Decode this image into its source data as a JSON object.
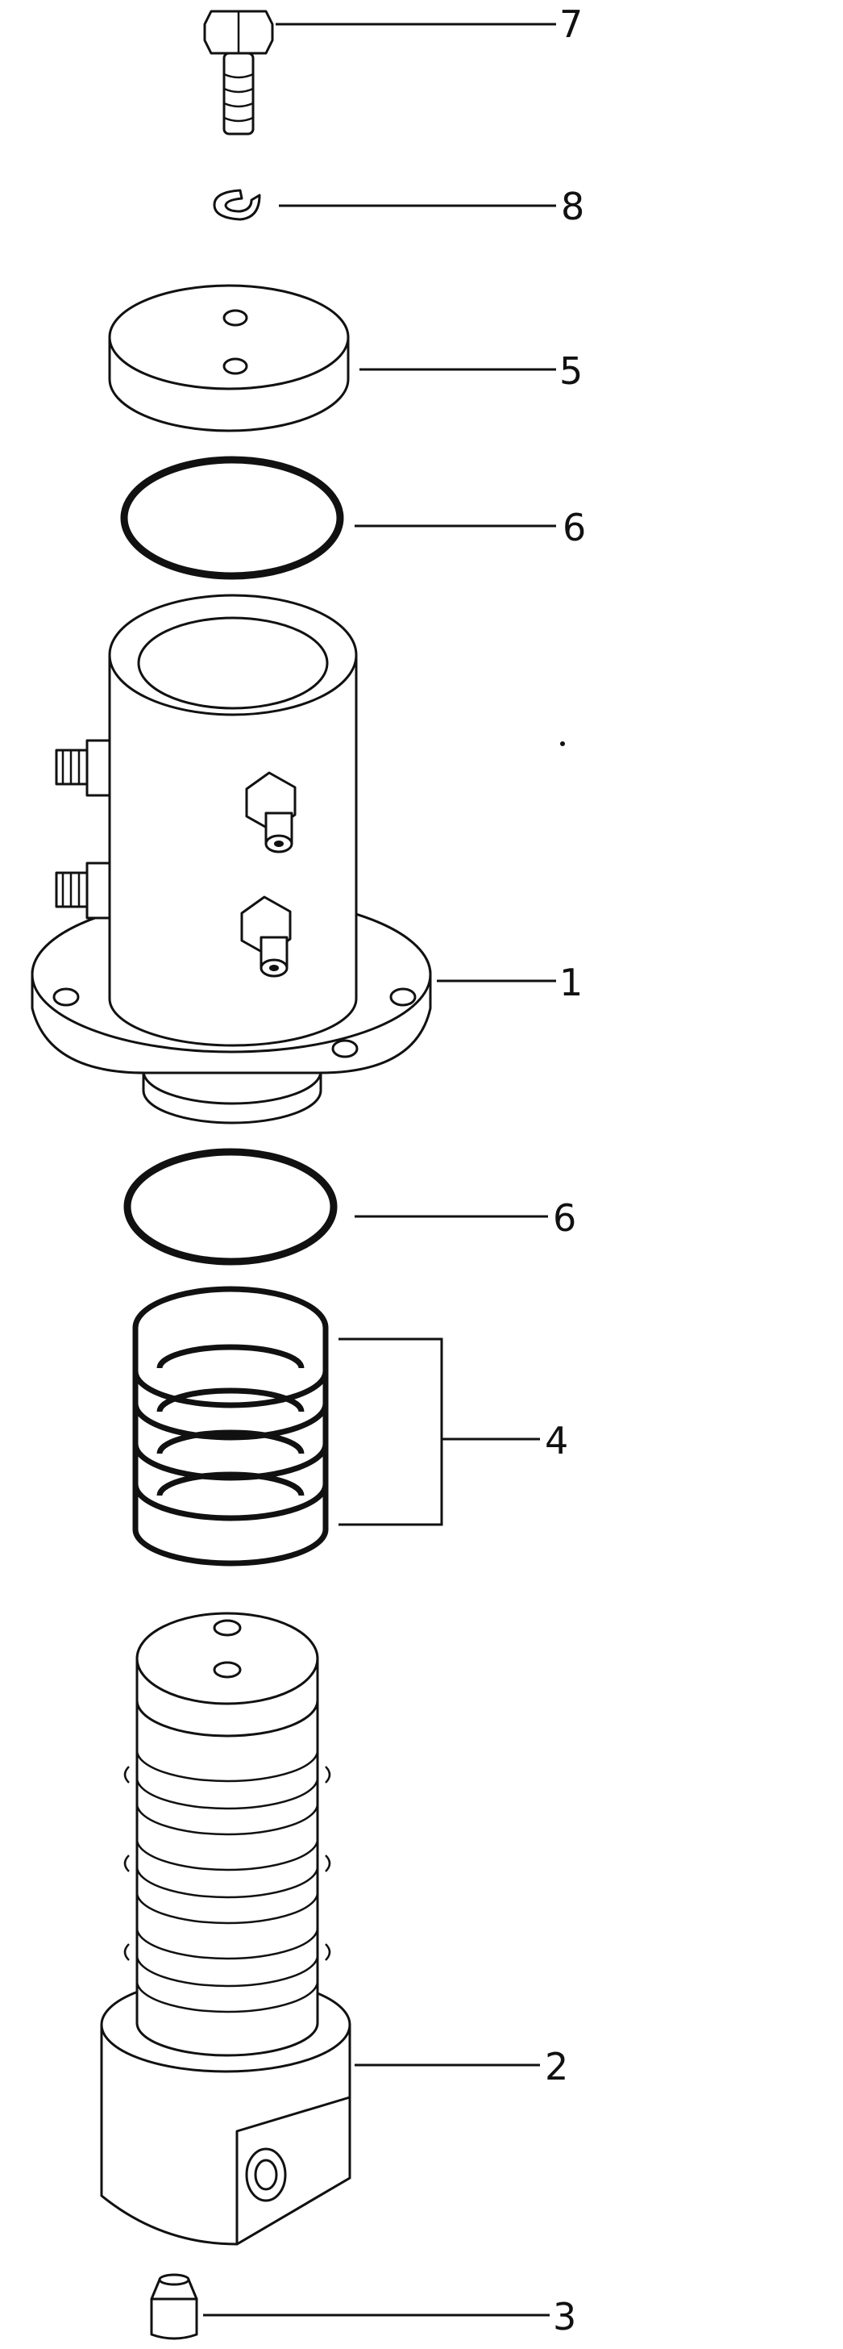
{
  "callouts": {
    "c7": "7",
    "c8": "8",
    "c5": "5",
    "c6_top": "6",
    "c1": "1",
    "c6_bottom": "6",
    "c4": "4",
    "c2": "2",
    "c3": "3"
  }
}
